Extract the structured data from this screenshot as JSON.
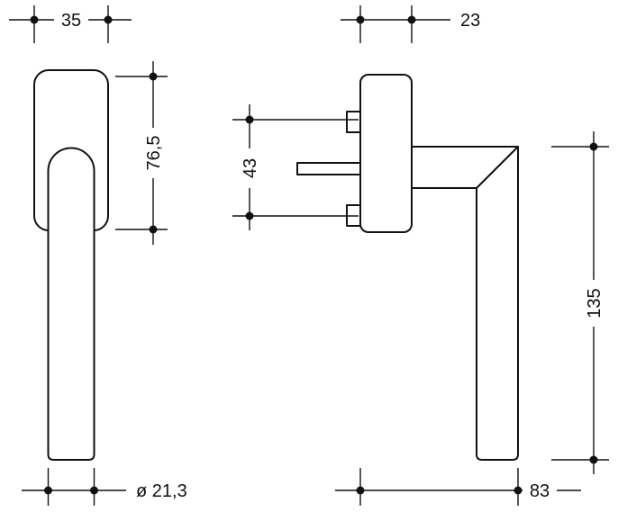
{
  "colors": {
    "line": "#111111",
    "background": "#ffffff"
  },
  "dimensions": {
    "front_width": "35",
    "front_rosette_height": "76,5",
    "front_grip_diameter": "ø 21,3",
    "side_depth": "23",
    "side_fixing_spacing": "43",
    "side_handle_length": "135",
    "side_projection": "83"
  }
}
